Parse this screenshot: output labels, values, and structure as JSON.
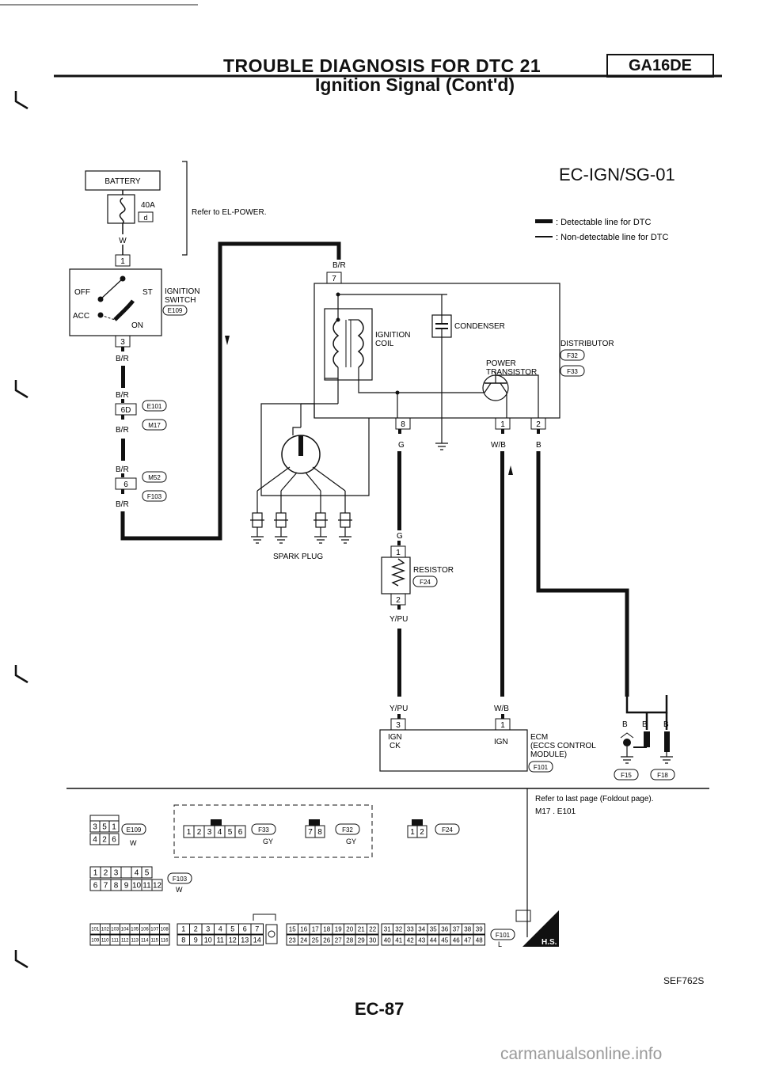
{
  "header": {
    "title": "TROUBLE DIAGNOSIS FOR DTC 21",
    "subtitle": "Ignition Signal (Cont'd)",
    "engine_code": "GA16DE"
  },
  "diagram": {
    "id": "EC-IGN/SG-01",
    "legend": {
      "detectable": ": Detectable line for DTC",
      "non_detectable": ": Non-detectable line for DTC"
    },
    "battery": "BATTERY",
    "fuse_amp": "40A",
    "fuse_ref": "d",
    "refer_power": "Refer to EL-POWER.",
    "ignition_switch": {
      "title": "IGNITION",
      "title2": "SWITCH",
      "conn": "E109",
      "off": "OFF",
      "st": "ST",
      "acc": "ACC",
      "on": "ON"
    },
    "wire_colors": {
      "w": "W",
      "br": "B/R",
      "g": "G",
      "wb": "W/B",
      "b": "B",
      "ypu": "Y/PU",
      "gy": "GY",
      "l": "L"
    },
    "connectors": {
      "e101": "E101",
      "m17": "M17",
      "m52": "M52",
      "f103": "F103",
      "pin_1": "1",
      "pin_3": "3",
      "pin_6d": "6D",
      "pin_6": "6",
      "pin_7": "7",
      "pin_8": "8",
      "pin_2": "2"
    },
    "distributor": {
      "title": "DISTRIBUTOR",
      "conn1": "F32",
      "conn2": "F33",
      "coil": "IGNITION",
      "coil2": "COIL",
      "condenser": "CONDENSER",
      "power_tr": "POWER",
      "power_tr2": "TRANSISTOR"
    },
    "spark_plug": "SPARK PLUG",
    "resistor": {
      "title": "RESISTOR",
      "conn": "F24"
    },
    "ecm": {
      "title": "ECM",
      "sub": "(ECCS CONTROL",
      "sub2": "MODULE)",
      "conn": "F101",
      "ign_ck": "IGN",
      "ign_ck2": "CK",
      "ign": "IGN",
      "pin_3": "3",
      "pin_1": "1",
      "ground_conn1": "F15",
      "ground_conn2": "F18"
    },
    "foldout": "Refer to last page (Foldout page).",
    "foldout_conns": "M17 . E101"
  },
  "connector_views": {
    "e109": {
      "name": "E109",
      "color": "W",
      "row1": [
        "3",
        "5",
        "1"
      ],
      "row2": [
        "4",
        "2",
        "6"
      ]
    },
    "f33": {
      "name": "F33",
      "color": "GY",
      "pins": [
        "1",
        "2",
        "3",
        "4",
        "5",
        "6"
      ]
    },
    "f32": {
      "name": "F32",
      "color": "GY",
      "pins": [
        "7",
        "8"
      ]
    },
    "f24": {
      "name": "F24",
      "pins": [
        "1",
        "2"
      ]
    },
    "f103": {
      "name": "F103",
      "color": "W",
      "row1": [
        "1",
        "2",
        "3",
        "",
        "4",
        "5"
      ],
      "row2": [
        "6",
        "7",
        "8",
        "9",
        "10",
        "11",
        "12"
      ]
    },
    "f101": {
      "name": "F101",
      "color": "L",
      "g1r1": [
        "101",
        "102",
        "103",
        "104",
        "105",
        "106",
        "107",
        "108"
      ],
      "g1r2": [
        "109",
        "110",
        "111",
        "112",
        "113",
        "114",
        "115",
        "116"
      ],
      "g2r1": [
        "1",
        "2",
        "3",
        "4",
        "5",
        "6",
        "7"
      ],
      "g2r2": [
        "8",
        "9",
        "10",
        "11",
        "12",
        "13",
        "14"
      ],
      "g3r1": [
        "15",
        "16",
        "17",
        "18",
        "19",
        "20",
        "21",
        "22"
      ],
      "g3r2": [
        "23",
        "24",
        "25",
        "26",
        "27",
        "28",
        "29",
        "30"
      ],
      "g4r1": [
        "31",
        "32",
        "33",
        "34",
        "35",
        "36",
        "37",
        "38",
        "39"
      ],
      "g4r2": [
        "40",
        "41",
        "42",
        "43",
        "44",
        "45",
        "46",
        "47",
        "48"
      ],
      "hs": "H.S."
    }
  },
  "footer": {
    "fig_id": "SEF762S",
    "page": "EC-87",
    "watermark": "carmanualsonline.info"
  }
}
